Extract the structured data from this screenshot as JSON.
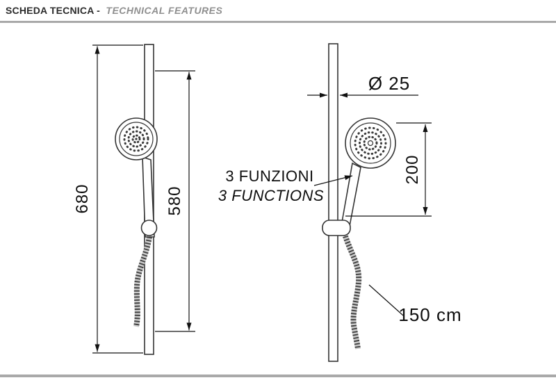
{
  "header": {
    "title_main": "SCHEDA TECNICA -",
    "title_sub": "TECHNICAL FEATURES"
  },
  "diagram": {
    "left": {
      "dim_total_mm": "680",
      "dim_bar_mm": "580"
    },
    "right": {
      "dim_diameter": "Ø 25",
      "dim_head_mm": "200",
      "functions_it": "3 FUNZIONI",
      "functions_en": "3 FUNCTIONS",
      "hose_length": "150 cm"
    }
  }
}
